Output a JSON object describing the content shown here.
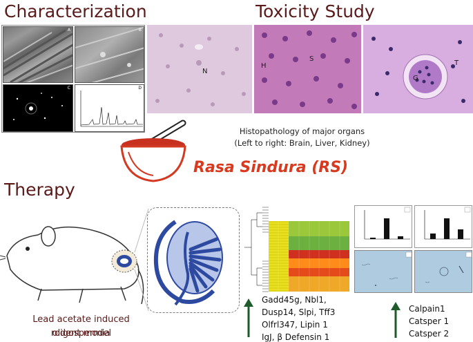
{
  "headings": {
    "characterization": "Characterization",
    "toxicity": "Toxicity Study",
    "therapy": "Therapy"
  },
  "characterization": {
    "panels": [
      "A",
      "B",
      "C",
      "D"
    ]
  },
  "toxicity": {
    "labels": {
      "brain": "N",
      "liver_h": "H",
      "liver_s": "S",
      "kidney_g": "G",
      "kidney_t": "T"
    },
    "caption_line1": "Histopathology of major organs",
    "caption_line2": "(Left to right: Brain, Liver, Kidney)"
  },
  "product": {
    "name": "Rasa Sindura (RS)"
  },
  "model": {
    "line1": "Lead acetate induced oligospermia",
    "line2": "rodent model"
  },
  "genes": [
    "Gadd45g, Nbl1,",
    "Dusp14, Slpi, Tff3",
    "Olfrl347, Lipin 1",
    "IgJ, β Defensin 1"
  ],
  "proteins": [
    "Calpain1",
    "Catsper 1",
    "Catsper 2"
  ],
  "colors": {
    "heading": "#5a1a1a",
    "rs_title": "#d73a1e",
    "arrow": "#1e5a2a",
    "testis": "#2d4aa0",
    "mortar": "#d33a22"
  }
}
